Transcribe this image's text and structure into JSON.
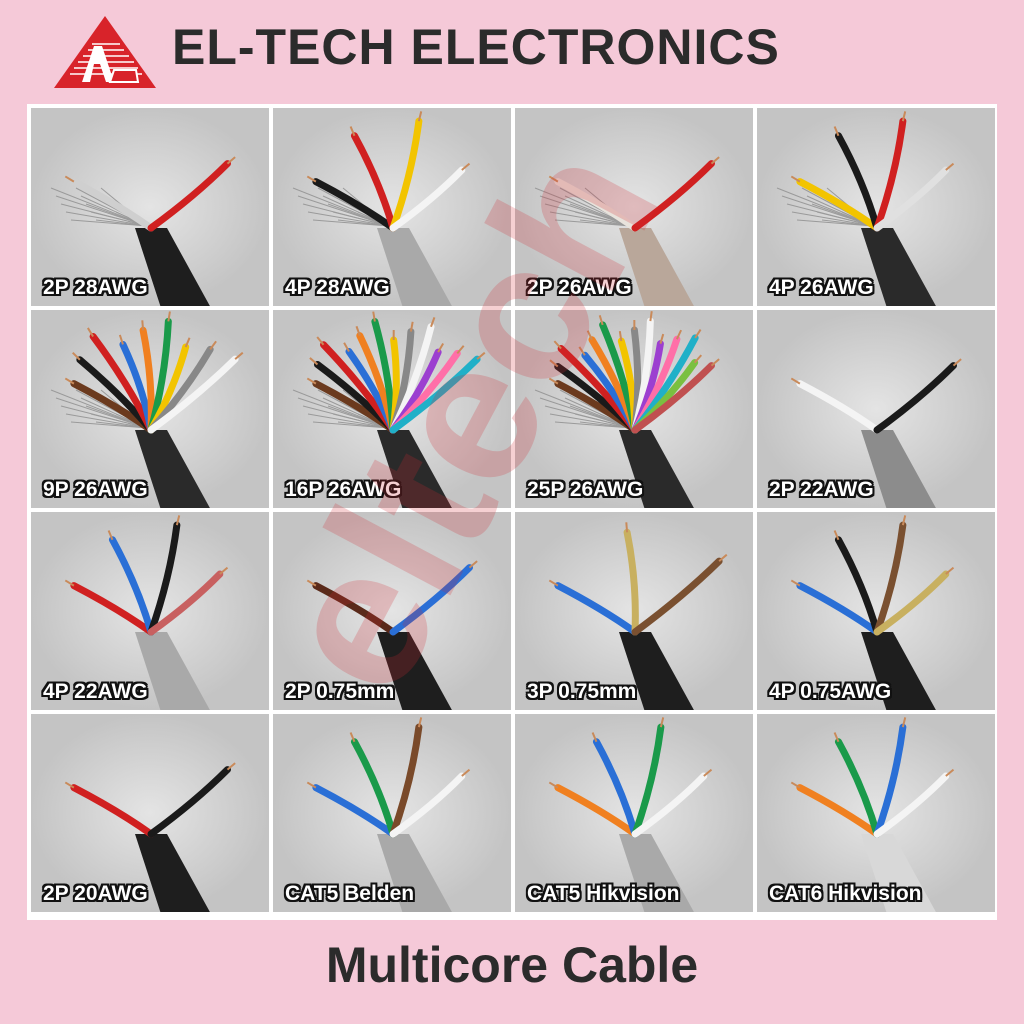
{
  "header": {
    "brand": "EL-TECH ELECTRONICS",
    "logo_icon": "triangle-ae-logo",
    "brand_color": "#d8232a"
  },
  "watermark": "eltech",
  "title": "Multicore Cable",
  "tiles": [
    {
      "label": "2P 28AWG",
      "jacket": "#1e1e1e",
      "wires": [
        "#cfcfcf",
        "#d02020"
      ],
      "shield": true
    },
    {
      "label": "4P 28AWG",
      "jacket": "#a9a9a9",
      "wires": [
        "#1a1a1a",
        "#d02020",
        "#f2c400",
        "#f4f4f4"
      ],
      "shield": true
    },
    {
      "label": "2P 26AWG",
      "jacket": "#b9a79a",
      "wires": [
        "#e8e3dc",
        "#d02020"
      ],
      "shield": true
    },
    {
      "label": "4P 26AWG",
      "jacket": "#2a2a2a",
      "wires": [
        "#f2c400",
        "#1a1a1a",
        "#d02020",
        "#e0e0e0"
      ],
      "shield": true
    },
    {
      "label": "9P 26AWG",
      "jacket": "#2a2a2a",
      "wires": [
        "#6b3a1e",
        "#1a1a1a",
        "#d02020",
        "#2a6fd6",
        "#f08020",
        "#1a9a4a",
        "#f2c400",
        "#888888",
        "#f4f4f4"
      ],
      "shield": true
    },
    {
      "label": "16P 26AWG",
      "jacket": "#2a2a2a",
      "wires": [
        "#6b3a1e",
        "#1a1a1a",
        "#d02020",
        "#2a6fd6",
        "#f08020",
        "#1a9a4a",
        "#f2c400",
        "#888888",
        "#f4f4f4",
        "#9c3fd0",
        "#ff6fa8",
        "#20b0c8"
      ],
      "shield": true
    },
    {
      "label": "25P 26AWG",
      "jacket": "#2a2a2a",
      "wires": [
        "#6b3a1e",
        "#1a1a1a",
        "#d02020",
        "#2a6fd6",
        "#f08020",
        "#1a9a4a",
        "#f2c400",
        "#888888",
        "#f4f4f4",
        "#9c3fd0",
        "#ff6fa8",
        "#20b0c8",
        "#7ac040",
        "#c05050"
      ],
      "shield": true
    },
    {
      "label": "2P 22AWG",
      "jacket": "#8c8c8c",
      "wires": [
        "#f4f4f4",
        "#1a1a1a"
      ],
      "shield": false
    },
    {
      "label": "4P 22AWG",
      "jacket": "#a9a9a9",
      "wires": [
        "#d02020",
        "#2a6fd6",
        "#1a1a1a",
        "#c86060"
      ],
      "shield": false
    },
    {
      "label": "2P 0.75mm",
      "jacket": "#1e1e1e",
      "wires": [
        "#5a2a1a",
        "#2a6fd6"
      ],
      "shield": false
    },
    {
      "label": "3P 0.75mm",
      "jacket": "#1e1e1e",
      "wires": [
        "#2a6fd6",
        "#c8b060",
        "#7a5030"
      ],
      "shield": false
    },
    {
      "label": "4P 0.75AWG",
      "jacket": "#1e1e1e",
      "wires": [
        "#2a6fd6",
        "#1a1a1a",
        "#7a5030",
        "#c8b060"
      ],
      "shield": false
    },
    {
      "label": "2P 20AWG",
      "jacket": "#1e1e1e",
      "wires": [
        "#d02020",
        "#1a1a1a"
      ],
      "shield": false
    },
    {
      "label": "CAT5 Belden",
      "jacket": "#a9a9a9",
      "wires": [
        "#2a6fd6",
        "#1a9a4a",
        "#7a4a2a",
        "#f4f4f4"
      ],
      "shield": false
    },
    {
      "label": "CAT5 Hikvision",
      "jacket": "#a9a9a9",
      "wires": [
        "#f08020",
        "#2a6fd6",
        "#1a9a4a",
        "#f4f4f4"
      ],
      "shield": false
    },
    {
      "label": "CAT6 Hikvision",
      "jacket": "#d8d8d8",
      "wires": [
        "#f08020",
        "#1a9a4a",
        "#2a6fd6",
        "#f4f4f4"
      ],
      "shield": false
    }
  ]
}
